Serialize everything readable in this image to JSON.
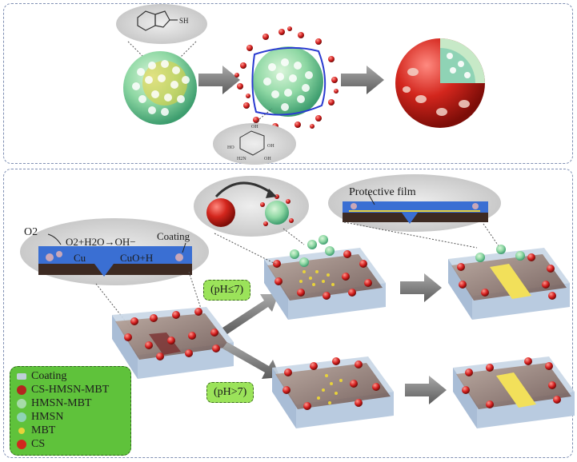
{
  "top": {
    "thiol_group": "SH",
    "hydroxyl_groups": [
      "OH",
      "HO",
      "OH",
      "H2N",
      "OH"
    ]
  },
  "inset_left": {
    "o2": "O2",
    "reaction": "O2+H2O→OH−",
    "coating": "Coating",
    "cu": "Cu",
    "product": "CuO+H"
  },
  "inset_right": {
    "protective_film": "Protective film"
  },
  "conditions": {
    "acidic": "(pH≤7)",
    "basic": "(pH>7)"
  },
  "legend": {
    "items": [
      {
        "label": "Coating",
        "color": "#bfcfd8"
      },
      {
        "label": "CS-HMSN-MBT",
        "color": "#b3261e"
      },
      {
        "label": "HMSN-MBT",
        "color": "#a6dba8"
      },
      {
        "label": "HMSN",
        "color": "#8fd3b5"
      },
      {
        "label": "MBT",
        "color": "#e8d23a"
      },
      {
        "label": "CS",
        "color": "#d1271e"
      }
    ]
  }
}
